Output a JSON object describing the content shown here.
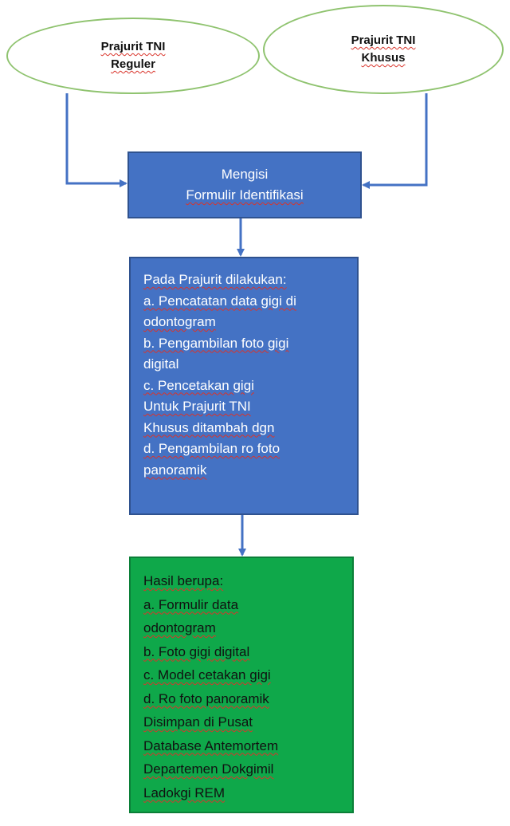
{
  "nodes": {
    "regular": {
      "line1": "Prajurit  TNI",
      "line2": "Reguler"
    },
    "special": {
      "line1": "Prajurit  TNI",
      "line2": "Khusus"
    },
    "form": {
      "line1": "Mengisi",
      "line2": "Formulir Identifikasi"
    },
    "process": {
      "lines": [
        "Pada  Prajurit dilakukan:",
        "a. Pencatatan  data gigi di",
        "odontogram",
        "b. Pengambilan  foto  gigi",
        "digital",
        "c. Pencetakan  gigi",
        "Untuk Prajurit TNI",
        "Khusus ditambah dgn",
        "d. Pengambilan  ro foto",
        "panoramik"
      ]
    },
    "result": {
      "lines": [
        "Hasil berupa:",
        "a. Formulir data",
        "odontogram",
        "b. Foto gigi digital",
        "c. Model  cetakan gigi",
        "d. Ro foto panoramik",
        "Disimpan di Pusat",
        "Database  Antemortem",
        "Departemen  Dokgimil",
        "Ladokgi REM"
      ]
    }
  },
  "colors": {
    "ellipse_border": "#8fc36f",
    "blue_box": "#4472c4",
    "green_box": "#0fa84a",
    "arrow": "#4472c4"
  }
}
